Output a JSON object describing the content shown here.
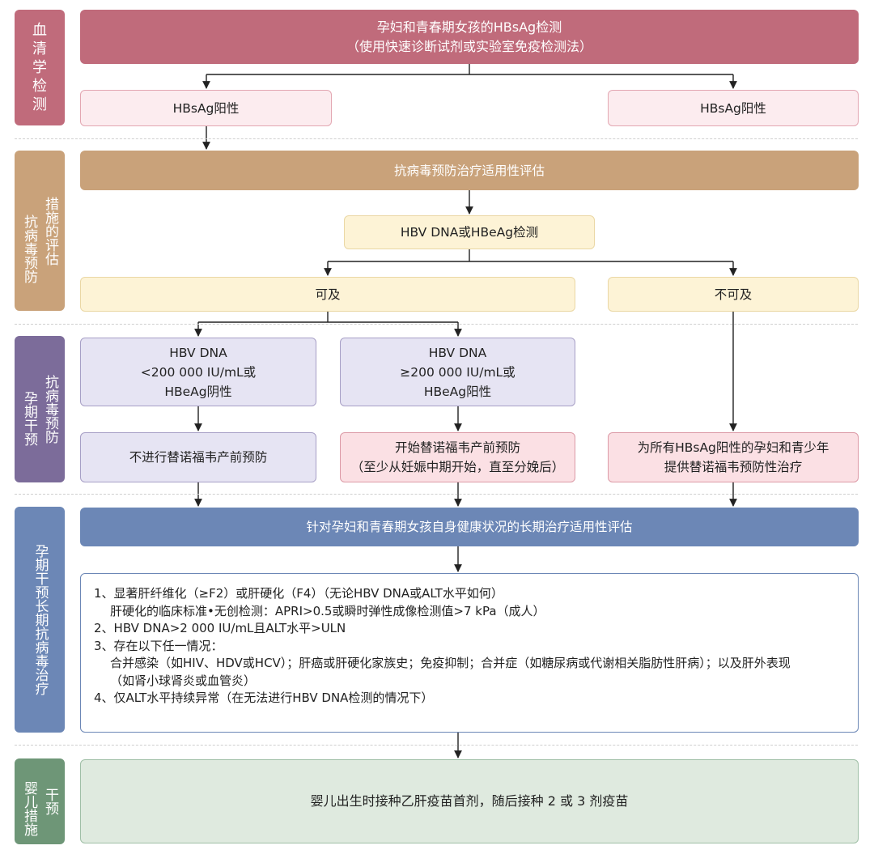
{
  "sidebar": {
    "serology": [
      "血",
      "清",
      "学",
      "检",
      "测"
    ],
    "assessment": {
      "col1": "措施的评估",
      "col2": "抗病毒预防"
    },
    "pregnancy": {
      "col1": "抗病毒预防",
      "col2": "孕期干预"
    },
    "longterm": "孕期干预长期抗病毒治疗",
    "infant": {
      "col1": "干预",
      "col2": "婴儿措施"
    }
  },
  "serology": {
    "header_line1": "孕妇和青春期女孩的HBsAg检测",
    "header_line2": "（使用快速诊断试剂或实验室免疫检测法）",
    "positive_left": "HBsAg阳性",
    "positive_right": "HBsAg阳性"
  },
  "assessment": {
    "header": "抗病毒预防治疗适用性评估",
    "test": "HBV DNA或HBeAg检测",
    "available": "可及",
    "unavailable": "不可及"
  },
  "pregnancy": {
    "low": {
      "line1": "HBV DNA",
      "line2": "<200 000 IU/mL或",
      "line3": "HBeAg阴性"
    },
    "high": {
      "line1": "HBV DNA",
      "line2": "≥200 000 IU/mL或",
      "line3": "HBeAg阳性"
    },
    "no_tdf": "不进行替诺福韦产前预防",
    "start_tdf": {
      "line1": "开始替诺福韦产前预防",
      "line2": "（至少从妊娠中期开始，直至分娩后）"
    },
    "all_tdf": {
      "line1": "为所有HBsAg阳性的孕妇和青少年",
      "line2": "提供替诺福韦预防性治疗"
    }
  },
  "longterm": {
    "header": "针对孕妇和青春期女孩自身健康状况的长期治疗适用性评估",
    "items": [
      "1、显著肝纤维化（≥F2）或肝硬化（F4）（无论HBV DNA或ALT水平如何）",
      "肝硬化的临床标准•无创检测：APRI>0.5或瞬时弹性成像检测值>7 kPa（成人）",
      "2、HBV DNA>2 000 IU/mL且ALT水平>ULN",
      "3、存在以下任一情况：",
      "合并感染（如HIV、HDV或HCV）；肝癌或肝硬化家族史；免疫抑制；合并症（如糖尿病或代谢相关脂肪性肝病）；以及肝外表现",
      "（如肾小球肾炎或血管炎）",
      "4、仅ALT水平持续异常（在无法进行HBV DNA检测的情况下）"
    ]
  },
  "infant": {
    "text": "婴儿出生时接种乙肝疫苗首剂，随后接种 2 或 3 剂疫苗"
  },
  "colors": {
    "serology_dark": "#c06b7b",
    "serology_light": "#fcecef",
    "assessment_dark": "#c9a27a",
    "assessment_light": "#fdf3d6",
    "pregnancy_dark": "#7c6c9a",
    "pregnancy_light": "#e6e4f3",
    "pregnancy_pink": "#fbe0e4",
    "longterm_dark": "#6c87b6",
    "infant_dark": "#6e9677",
    "infant_light": "#dfeadf"
  }
}
